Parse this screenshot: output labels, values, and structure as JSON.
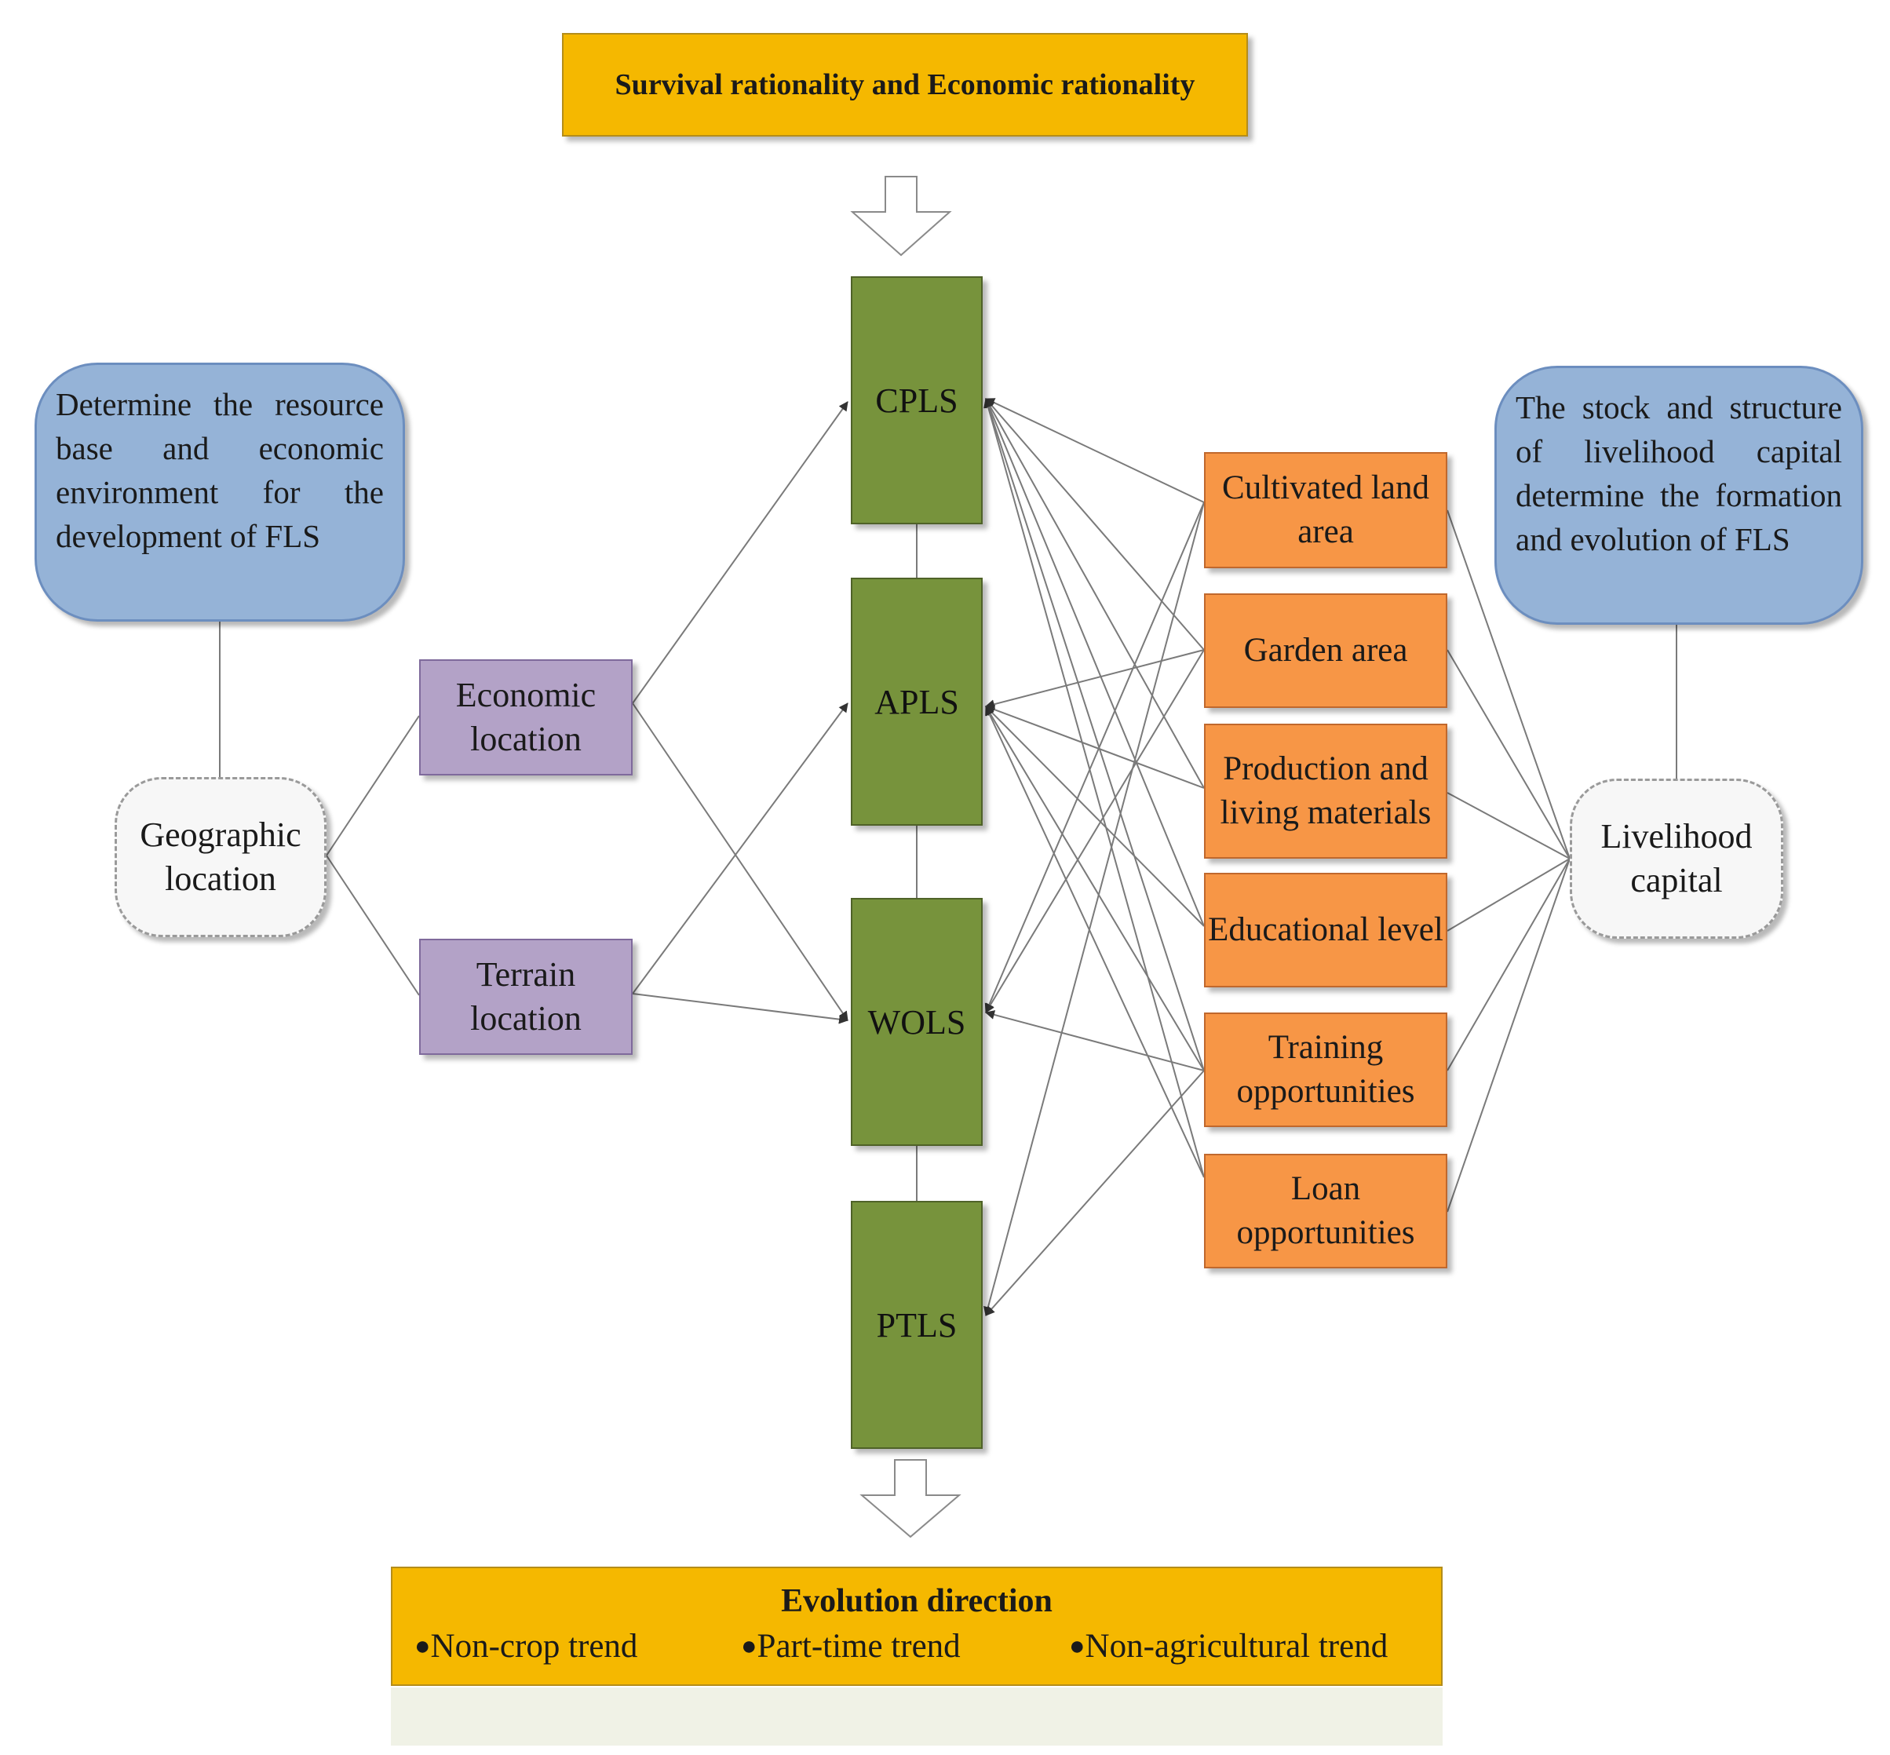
{
  "top_banner": {
    "title": "Survival rationality  and Economic rationality"
  },
  "strategies": [
    "CPLS",
    "APLS",
    "WOLS",
    "PTLS"
  ],
  "left_note": "Determine the resource base and economic environment for the development of FLS",
  "right_note": "The stock and structure of livelihood capital determine the formation and evolution of FLS",
  "geographic_node": "Geographic location",
  "livelihood_node": "Livelihood capital",
  "location_factors": [
    "Economic location",
    "Terrain location"
  ],
  "capital_factors": [
    "Cultivated land area",
    "Garden area",
    "Production and living materials",
    "Educational level",
    "Training opportunities",
    "Loan opportunities"
  ],
  "bottom_banner": {
    "title": "Evolution direction",
    "trends": [
      "Non-crop trend",
      "Part-time trend",
      "Non-agricultural trend"
    ],
    "bullet": "●"
  },
  "colors": {
    "gold": "#f5b800",
    "green": "#77933c",
    "purple": "#b3a2c7",
    "orange": "#f79646",
    "blue": "#95b3d7",
    "line": "#7a7a7a"
  }
}
